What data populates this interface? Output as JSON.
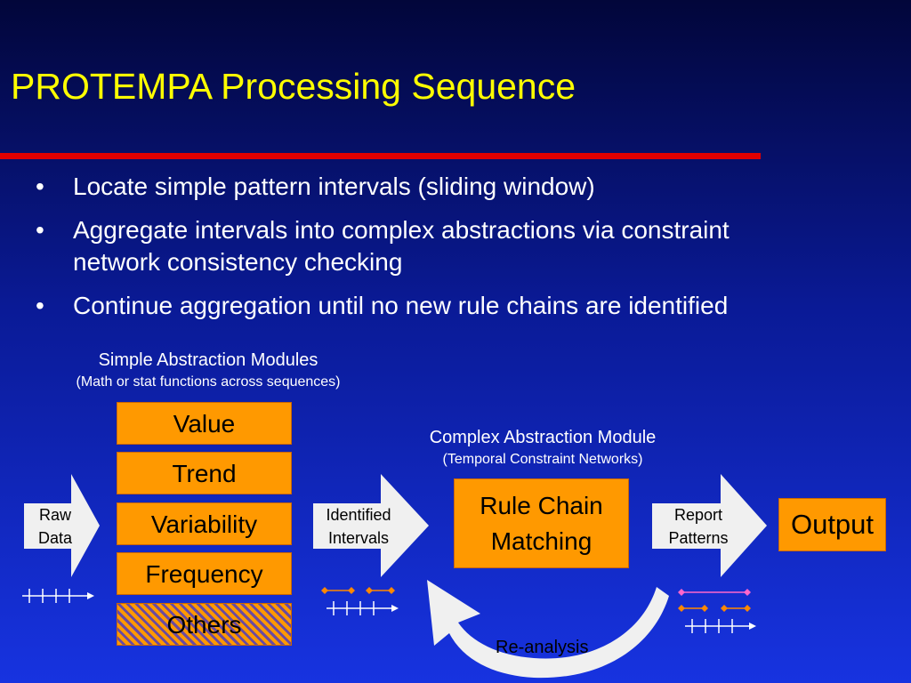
{
  "slide": {
    "title": "PROTEMPA Processing Sequence",
    "bullets": [
      "Locate simple pattern intervals (sliding window)",
      "Aggregate intervals into complex abstractions via constraint network consistency checking",
      "Continue aggregation until no new rule chains are identified"
    ],
    "bullet_symbol": "•"
  },
  "diagram": {
    "simple_modules": {
      "caption": "Simple Abstraction Modules",
      "subcaption": "(Math or stat functions across sequences)",
      "items": [
        "Value",
        "Trend",
        "Variability",
        "Frequency",
        "Others"
      ]
    },
    "complex_module": {
      "caption": "Complex Abstraction Module",
      "subcaption": "(Temporal Constraint Networks)",
      "box_label_line1": "Rule Chain",
      "box_label_line2": "Matching"
    },
    "arrows": {
      "raw_data_line1": "Raw",
      "raw_data_line2": "Data",
      "identified_line1": "Identified",
      "identified_line2": "Intervals",
      "report_line1": "Report",
      "report_line2": "Patterns"
    },
    "output_label": "Output",
    "reanalysis_label": "Re-analysis",
    "colors": {
      "background_top": "#02063a",
      "background_bottom": "#1733e0",
      "title": "#ffff00",
      "rule": "#e00000",
      "module_fill": "#ff9900",
      "arrow_fill": "#f0f0f0"
    }
  }
}
